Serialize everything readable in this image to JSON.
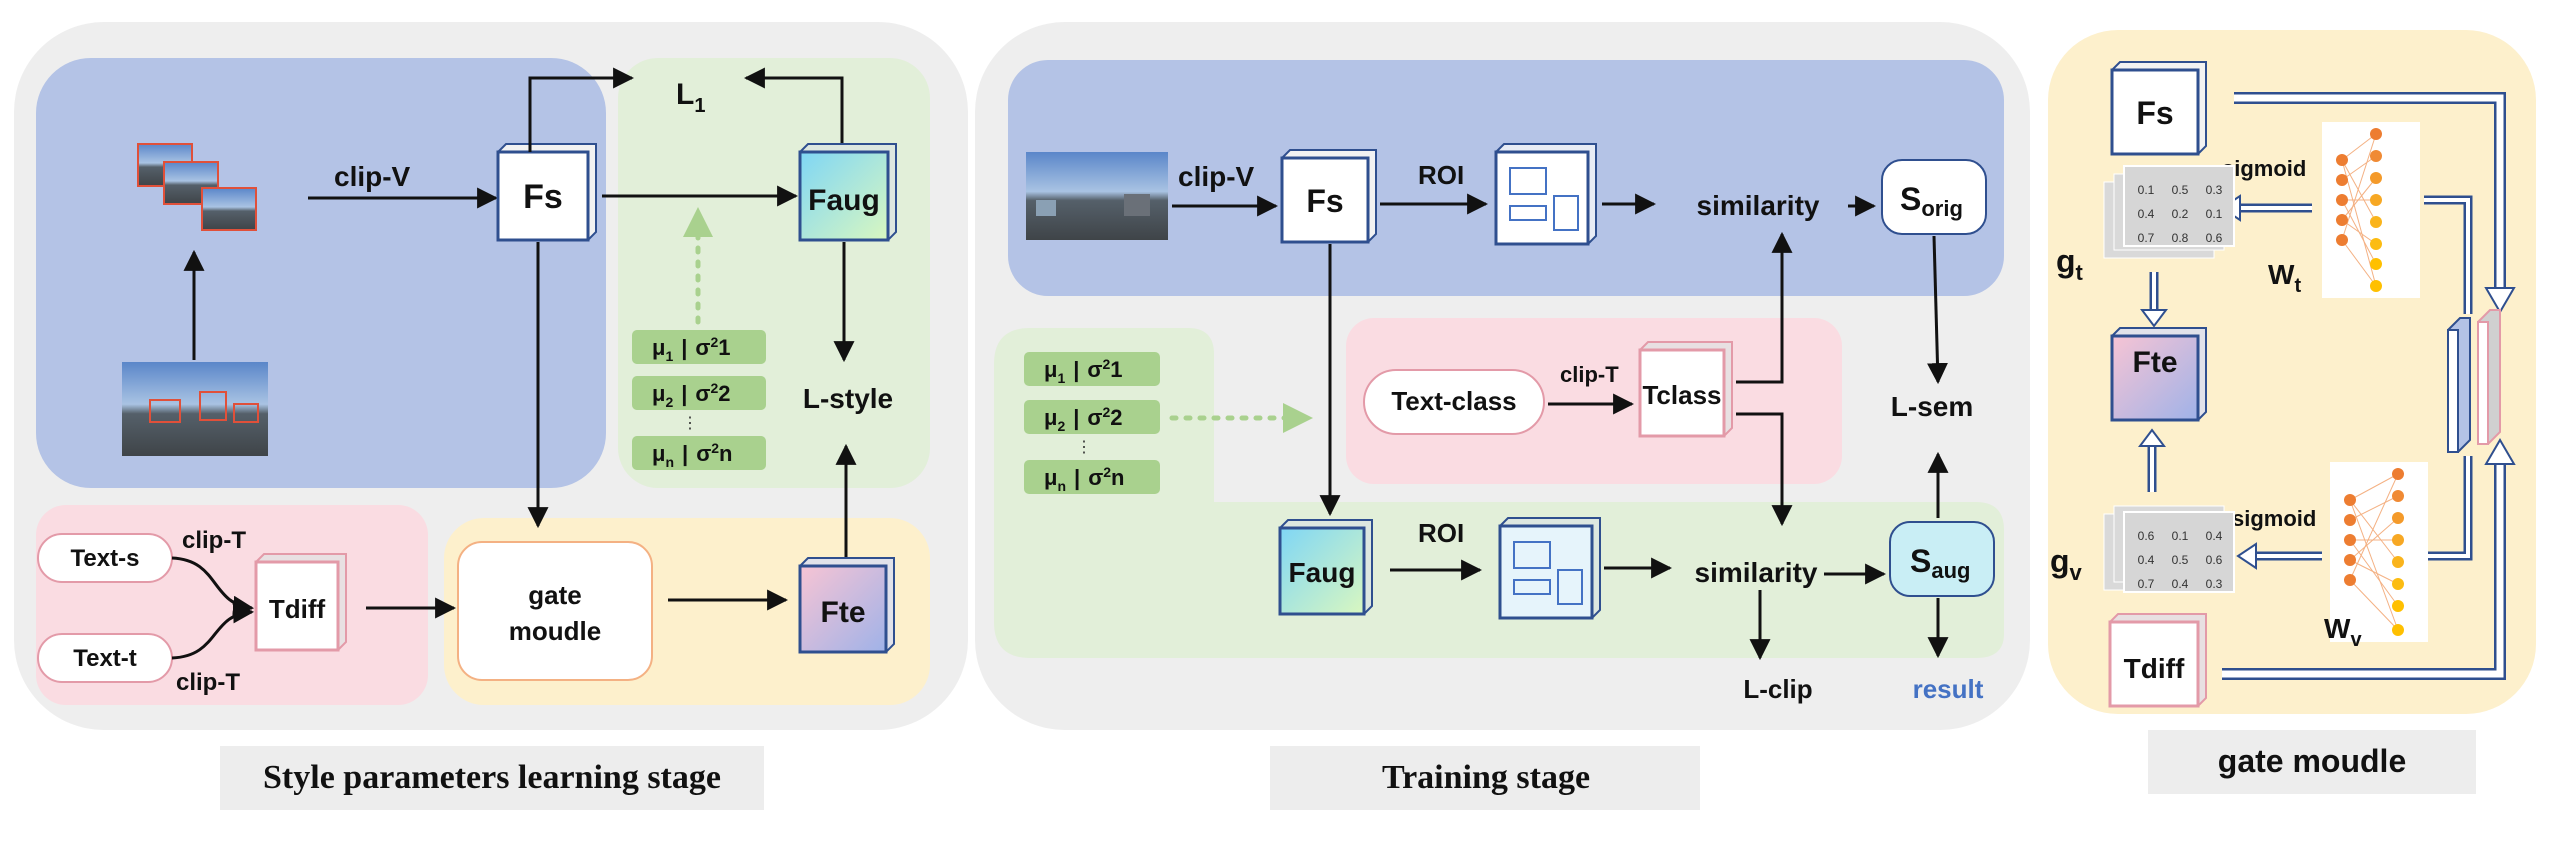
{
  "stage1": {
    "caption": "Style parameters learning stage",
    "clip_v": "clip-V",
    "fs": "Fs",
    "faug": "Faug",
    "l1": "L",
    "l1_sub": "1",
    "lstyle": "L-style",
    "text_s": "Text-s",
    "text_t": "Text-t",
    "clip_t_top": "clip-T",
    "clip_t_bottom": "clip-T",
    "tdiff": "Tdiff",
    "gate_line1": "gate",
    "gate_line2": "moudle",
    "fte": "Fte",
    "params": [
      {
        "mu": "μ",
        "mu_sub": "1",
        "sig": "σ",
        "sig_sup": "2",
        "sig_sub": "1"
      },
      {
        "mu": "μ",
        "mu_sub": "2",
        "sig": "σ",
        "sig_sup": "2",
        "sig_sub": "2"
      },
      {
        "mu": "μ",
        "mu_sub": "n",
        "sig": "σ",
        "sig_sup": "2",
        "sig_sub": "n"
      }
    ],
    "dots": "⋮"
  },
  "stage2": {
    "caption": "Training stage",
    "clip_v": "clip-V",
    "fs": "Fs",
    "roi_top": "ROI",
    "similarity_top": "similarity",
    "s_orig": "S",
    "s_orig_sub": "orig",
    "text_class": "Text-class",
    "clip_t": "clip-T",
    "tclass": "Tclass",
    "lsem": "L-sem",
    "faug": "Faug",
    "roi_bottom": "ROI",
    "similarity_bottom": "similarity",
    "s_aug": "S",
    "s_aug_sub": "aug",
    "lclip": "L-clip",
    "result": "result",
    "params": [
      {
        "mu": "μ",
        "mu_sub": "1",
        "sig": "σ",
        "sig_sup": "2",
        "sig_sub": "1"
      },
      {
        "mu": "μ",
        "mu_sub": "2",
        "sig": "σ",
        "sig_sup": "2",
        "sig_sub": "2"
      },
      {
        "mu": "μ",
        "mu_sub": "n",
        "sig": "σ",
        "sig_sup": "2",
        "sig_sub": "n"
      }
    ],
    "dots": "⋮"
  },
  "stage3": {
    "caption": "gate moudle",
    "fs": "Fs",
    "fte": "Fte",
    "tdiff": "Tdiff",
    "gt": "g",
    "gt_sub": "t",
    "gv": "g",
    "gv_sub": "v",
    "wt": "W",
    "wt_sub": "t",
    "wv": "W",
    "wv_sub": "v",
    "sigmoid_top": "sigmoid",
    "sigmoid_bottom": "sigmoid",
    "matrix_top": [
      [
        "0.1",
        "0.5",
        "0.3"
      ],
      [
        "0.4",
        "0.2",
        "0.1"
      ],
      [
        "0.7",
        "0.8",
        "0.6"
      ]
    ],
    "matrix_bottom": [
      [
        "0.6",
        "0.1",
        "0.4"
      ],
      [
        "0.4",
        "0.5",
        "0.6"
      ],
      [
        "0.7",
        "0.4",
        "0.3"
      ]
    ]
  },
  "colors": {
    "panel_bg": "#eeeeee",
    "blue_region": "#b4c3e6",
    "green_region": "#e2efd9",
    "pink_region": "#fadce2",
    "yellow_region": "#fdf0cc",
    "param_green": "#a9d18e",
    "box_border_blue": "#2f4f8f",
    "result_blue": "#4472c4"
  }
}
